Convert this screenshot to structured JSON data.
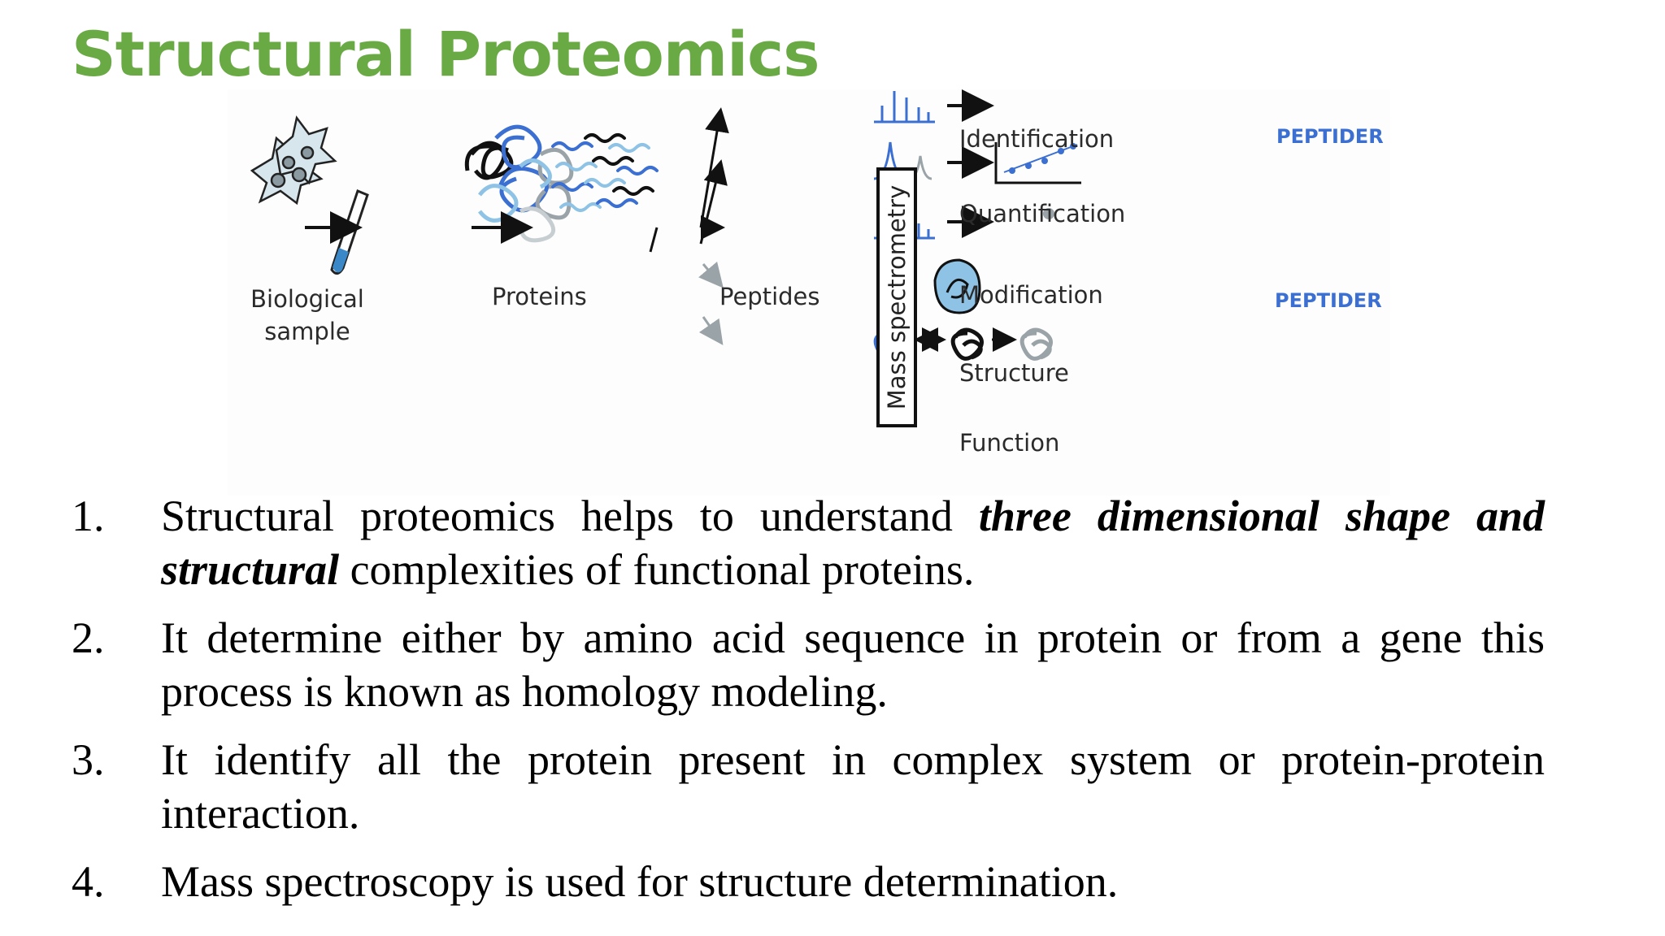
{
  "title": "Structural Proteomics",
  "diagram": {
    "biological_sample_label": [
      "Biological",
      "sample"
    ],
    "proteins_label": "Proteins",
    "peptides_label": "Peptides",
    "mass_spec_label": "Mass spectrometry",
    "outputs": [
      {
        "label": "Identification",
        "result": "PEPTIDER"
      },
      {
        "label": "Quantification",
        "result": ""
      },
      {
        "label": "Modification",
        "result": "PEPTIDER"
      },
      {
        "label": "Structure",
        "result": ""
      },
      {
        "label": "Function",
        "result": ""
      }
    ],
    "colors": {
      "blue": "#3b6fd1",
      "light_blue": "#8ec3e6",
      "gray": "#9aa3a8",
      "black": "#111111",
      "title_green": "#6aaa45"
    }
  },
  "points": [
    {
      "num": "1.",
      "parts": [
        {
          "text": "Structural proteomics helps to understand ",
          "emph": false
        },
        {
          "text": "three dimensional shape and structural",
          "emph": true
        },
        {
          "text": " complexities of functional proteins.",
          "emph": false
        }
      ]
    },
    {
      "num": "2.",
      "parts": [
        {
          "text": "It determine either by amino acid sequence in protein or from a gene this process is known as homology modeling.",
          "emph": false
        }
      ]
    },
    {
      "num": "3.",
      "parts": [
        {
          "text": "It identify all the protein present in complex system or protein-protein interaction.",
          "emph": false
        }
      ]
    },
    {
      "num": "4.",
      "parts": [
        {
          "text": "Mass spectroscopy is used for structure determination.",
          "emph": false
        }
      ]
    }
  ]
}
